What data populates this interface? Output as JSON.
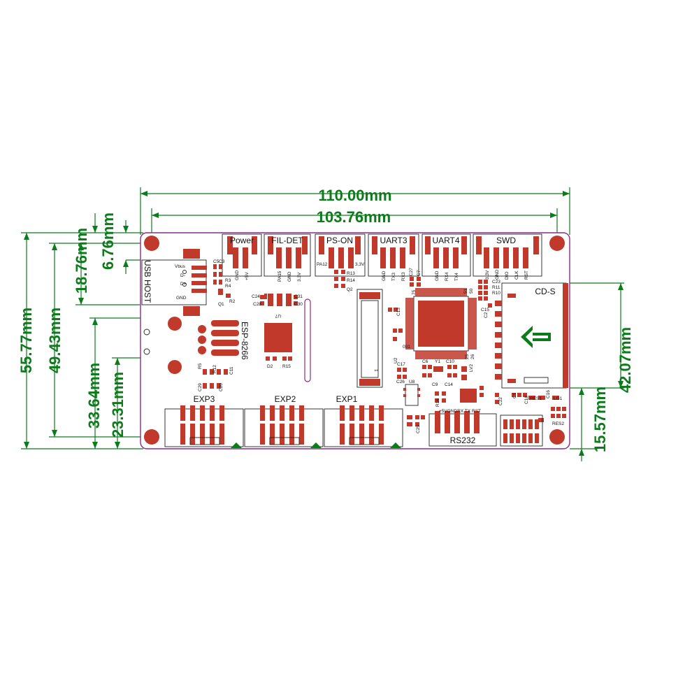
{
  "dimensions": {
    "width_outer": "110.00mm",
    "width_holes": "103.76mm",
    "height_outer": "55.77mm",
    "height_holes": "49.43mm",
    "d_18_76": "18.76mm",
    "d_6_76": "6.76mm",
    "d_33_64": "33.64mm",
    "d_23_31": "23.31mm",
    "d_42_07": "42.07mm",
    "d_15_57": "15.57mm"
  },
  "headers": {
    "power": "Power",
    "fil_det": "FIL-DET",
    "ps_on": "PS-ON",
    "uart3": "UART3",
    "uart4": "UART4",
    "swd": "SWD",
    "usb_host": "USB HOST",
    "esp": "ESP-8266",
    "exp1": "EXP1",
    "exp2": "EXP2",
    "exp3": "EXP3",
    "rs232": "RS232",
    "cds": "CD-S"
  },
  "pin_labels": {
    "power_gnd": "GND",
    "power_5v": "+5V",
    "fil_pa15": "PA15",
    "fil_gnd": "GND",
    "fil_3v3": "3.3V",
    "ps_pa12": "PA12",
    "ps_3v3": "3.3V",
    "u3_gnd": "GND",
    "u3_tx3": "TX3",
    "u3_rx3": "RX3",
    "u4_gnd": "GND",
    "u4_rx4": "RX4",
    "u4_tx4": "TX4",
    "swd_3v3": "3.3V",
    "swd_gnd": "GND",
    "swd_dio": "DIO",
    "swd_clk": "CLK",
    "swd_rst": "RST",
    "usb_vbus": "Vbus",
    "usb_dm": "D-",
    "usb_dp": "D+",
    "usb_gnd": "GND",
    "rs232_pins": "+5VGNDRX TX RST"
  },
  "refs": {
    "c5": "C5",
    "c3": "C3",
    "r3": "R3",
    "r4": "R4",
    "r2": "R2",
    "q1": "Q1",
    "c24": "C24",
    "c28": "C28",
    "c31": "C31",
    "c30": "C30",
    "u7": "U7",
    "d2": "D2",
    "r15": "R15",
    "r13": "R13",
    "r14": "R14",
    "q2": "Q2",
    "c27": "C27",
    "c7": "C7",
    "c23": "C23",
    "r11": "R11",
    "r10": "R10",
    "c2": "C2",
    "c15": "C15",
    "c13": "C13",
    "u2": "U2",
    "c6": "C6",
    "y1": "Y1",
    "c10": "C10",
    "c17": "C17",
    "c26": "C26",
    "c9": "C9",
    "c14": "C14",
    "u8": "U8",
    "r16": "R16",
    "c22": "C22",
    "c25": "C25",
    "c1": "C1",
    "c16": "C16",
    "c18": "C18",
    "res1": "RES1",
    "res2": "RES2",
    "lg1": "LG1",
    "r5": "R5",
    "r12": "R12",
    "c11": "C11",
    "c29": "C29",
    "c20": "C20",
    "lv2": "LV2",
    "n75": "75",
    "n51": "51",
    "n50": "50",
    "n1": "1",
    "n25": "25",
    "n26": "26",
    "n001": "001"
  },
  "colors": {
    "dimension": "#0c7b1a",
    "board_outline": "#8a2c8a",
    "pad": "#c1392b"
  }
}
